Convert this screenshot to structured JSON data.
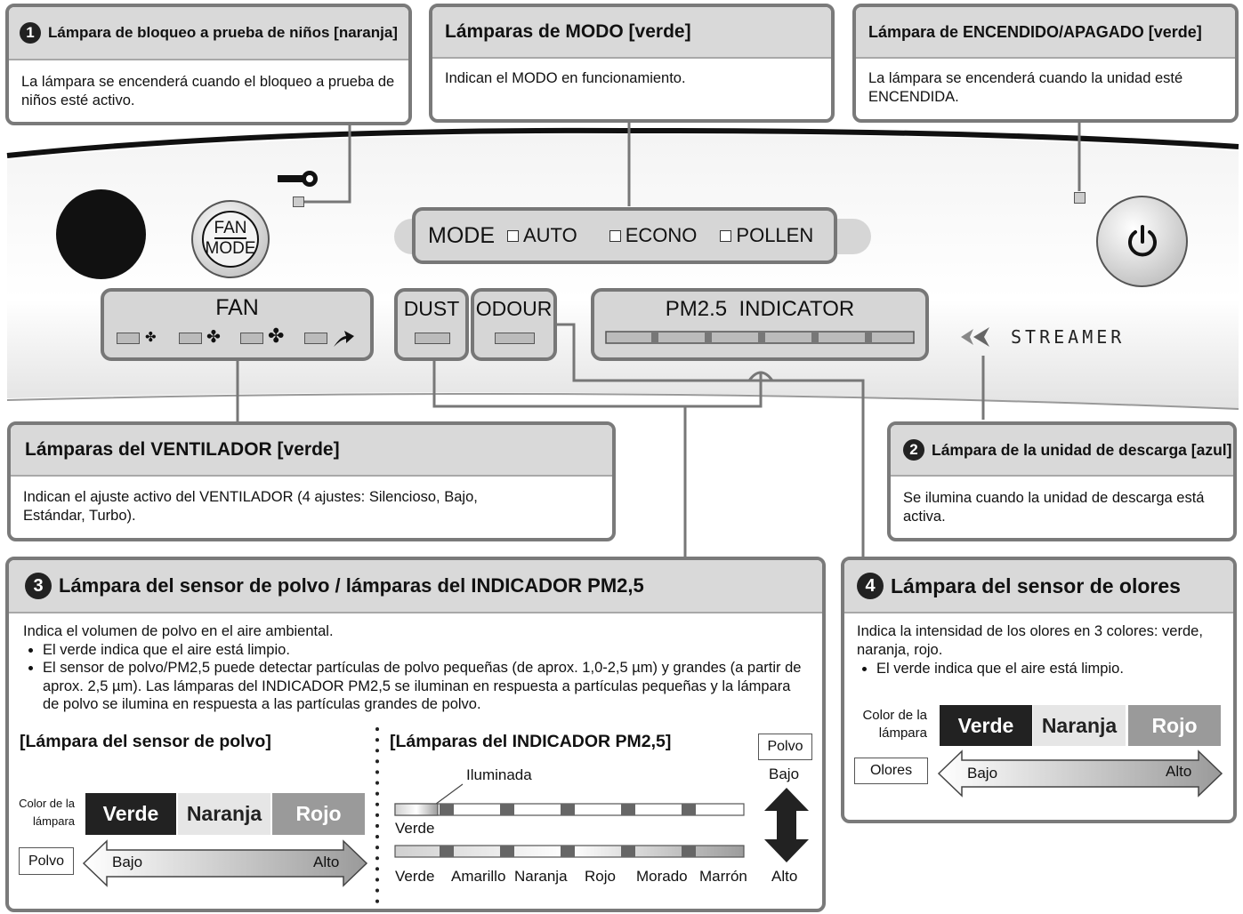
{
  "callouts": {
    "child_lock": {
      "number": "1",
      "title": "Lámpara de bloqueo a prueba de niños [naranja]",
      "text": "La lámpara se encenderá cuando el bloqueo a prueba de niños esté activo."
    },
    "mode": {
      "title": "Lámparas de MODO [verde]",
      "text": "Indican el MODO en funcionamiento."
    },
    "power": {
      "title": "Lámpara de ENCENDIDO/APAGADO [verde]",
      "text": "La lámpara se encenderá cuando la unidad esté ENCENDIDA."
    },
    "fan": {
      "title": "Lámparas del VENTILADOR [verde]",
      "text": "Indican el ajuste activo del VENTILADOR (4 ajustes: Silencioso, Bajo, Estándar, Turbo)."
    },
    "discharge": {
      "number": "2",
      "title": "Lámpara de la unidad de descarga [azul]",
      "text": "Se ilumina cuando la unidad de descarga está activa."
    },
    "dust": {
      "number": "3",
      "title": "Lámpara del sensor de polvo / lámparas del INDICADOR PM2,5",
      "intro": "Indica el volumen de polvo en el aire ambiental.",
      "bullet1": "El verde indica que el aire está limpio.",
      "bullet2": "El sensor de polvo/PM2,5 puede detectar partículas de polvo pequeñas (de aprox. 1,0-2,5 µm) y grandes (a partir de aprox. 2,5 µm). Las lámparas del INDICADOR PM2,5 se iluminan en respuesta a partículas pequeñas y la lámpara de polvo se ilumina en respuesta a las partículas grandes de polvo.",
      "left_title": "[Lámpara del sensor de polvo]",
      "right_title": "[Lámparas del INDICADOR PM2,5]",
      "lamp_color_label": "Color de la lámpara",
      "colors": [
        "Verde",
        "Naranja",
        "Rojo"
      ],
      "row_label": "Polvo",
      "low": "Bajo",
      "high": "Alto",
      "illuminated": "Iluminada",
      "row1_label": "Verde",
      "row2_labels": [
        "Verde",
        "Amarillo",
        "Naranja",
        "Rojo",
        "Morado",
        "Marrón"
      ],
      "scale_label": "Polvo",
      "scale_low": "Bajo",
      "scale_high": "Alto"
    },
    "odour": {
      "number": "4",
      "title": "Lámpara del sensor de olores",
      "intro": "Indica la intensidad de los olores en 3 colores: verde, naranja, rojo.",
      "bullet1": "El verde indica que el aire está limpio.",
      "lamp_color_label": "Color de la lámpara",
      "colors": [
        "Verde",
        "Naranja",
        "Rojo"
      ],
      "row_label": "Olores",
      "low": "Bajo",
      "high": "Alto"
    }
  },
  "panel": {
    "fan_mode_button": {
      "line1": "FAN",
      "line2": "MODE"
    },
    "mode_label": "MODE",
    "mode_options": [
      "AUTO",
      "ECONO",
      "POLLEN"
    ],
    "fan_label": "FAN",
    "dust_label": "DUST",
    "odour_label": "ODOUR",
    "pm_label": "PM2.5  INDICATOR",
    "brand": "STREAMER"
  },
  "colors": {
    "verde": "#222222",
    "naranja": "#e6e6e6",
    "rojo": "#9a9a9a",
    "border": "#7a7a7a",
    "header": "#d9d9d9"
  }
}
